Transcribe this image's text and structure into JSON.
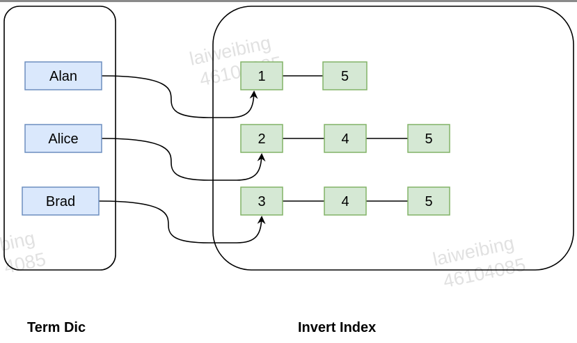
{
  "colors": {
    "term_fill": "#dae8fc",
    "term_stroke": "#6c8ebf",
    "posting_fill": "#d5e8d4",
    "posting_stroke": "#82b366",
    "line": "#000000",
    "watermark": "#bdbdbd"
  },
  "term_dic": {
    "caption": "Term Dic",
    "terms": [
      {
        "label": "Alan"
      },
      {
        "label": "Alice"
      },
      {
        "label": "Brad"
      }
    ]
  },
  "invert_index": {
    "caption": "Invert Index",
    "rows": [
      {
        "postings": [
          "1",
          "5"
        ]
      },
      {
        "postings": [
          "2",
          "4",
          "5"
        ]
      },
      {
        "postings": [
          "3",
          "4",
          "5"
        ]
      }
    ]
  },
  "watermarks": [
    {
      "line1": "laiweibing",
      "line2": "46104085"
    },
    {
      "line1": "bing",
      "line2": "4085"
    },
    {
      "line1": "laiweibing",
      "line2": "46104085"
    }
  ]
}
